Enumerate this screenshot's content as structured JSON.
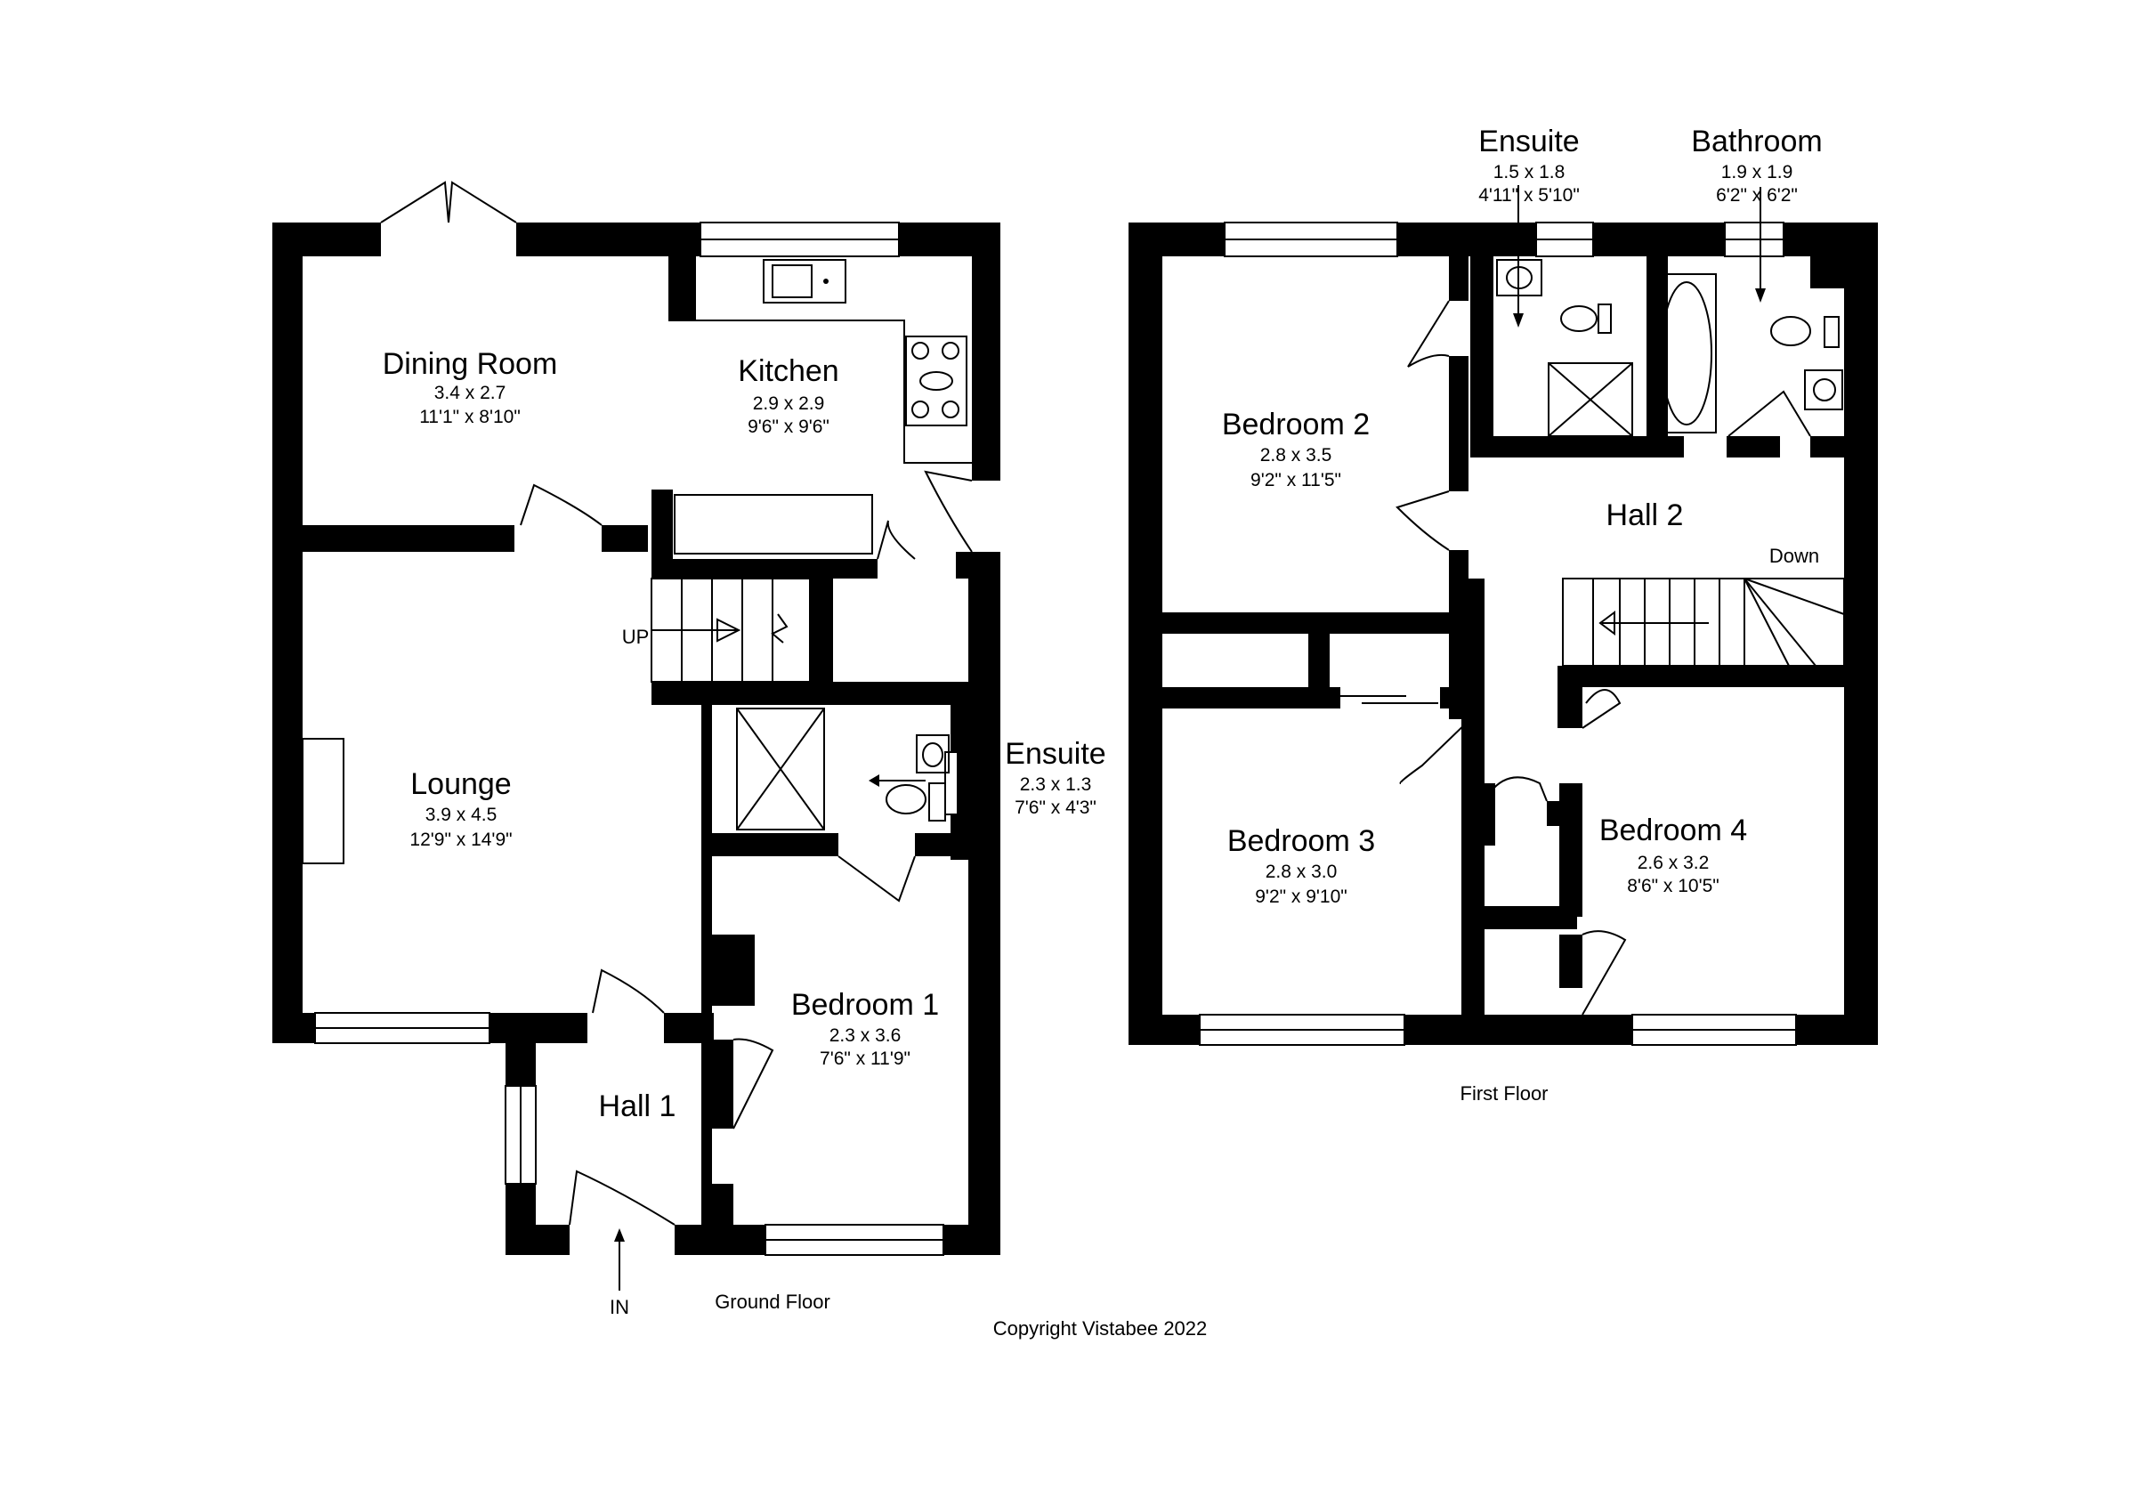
{
  "rooms": {
    "dining_room": {
      "name": "Dining Room",
      "metric": "3.4 x 2.7",
      "imperial": "11'1\" x 8'10\""
    },
    "kitchen": {
      "name": "Kitchen",
      "metric": "2.9 x 2.9",
      "imperial": "9'6\" x 9'6\""
    },
    "lounge": {
      "name": "Lounge",
      "metric": "3.9 x 4.5",
      "imperial": "12'9\" x 14'9\""
    },
    "ensuite_ground": {
      "name": "Ensuite",
      "metric": "2.3 x 1.3",
      "imperial": "7'6\" x 4'3\""
    },
    "bedroom_1": {
      "name": "Bedroom 1",
      "metric": "2.3 x 3.6",
      "imperial": "7'6\" x 11'9\""
    },
    "hall_1": {
      "name": "Hall 1"
    },
    "ensuite_first": {
      "name": "Ensuite",
      "metric": "1.5 x 1.8",
      "imperial": "4'11\" x 5'10\""
    },
    "bathroom": {
      "name": "Bathroom",
      "metric": "1.9 x 1.9",
      "imperial": "6'2\" x 6'2\""
    },
    "bedroom_2": {
      "name": "Bedroom 2",
      "metric": "2.8 x 3.5",
      "imperial": "9'2\" x 11'5\""
    },
    "hall_2": {
      "name": "Hall 2"
    },
    "bedroom_3": {
      "name": "Bedroom 3",
      "metric": "2.8 x 3.0",
      "imperial": "9'2\" x 9'10\""
    },
    "bedroom_4": {
      "name": "Bedroom 4",
      "metric": "2.6 x 3.2",
      "imperial": "8'6\" x 10'5\""
    }
  },
  "labels": {
    "up": "UP",
    "down": "Down",
    "entrance": "IN",
    "ground_floor": "Ground Floor",
    "first_floor": "First Floor",
    "copyright": "Copyright Vistabee 2022"
  }
}
